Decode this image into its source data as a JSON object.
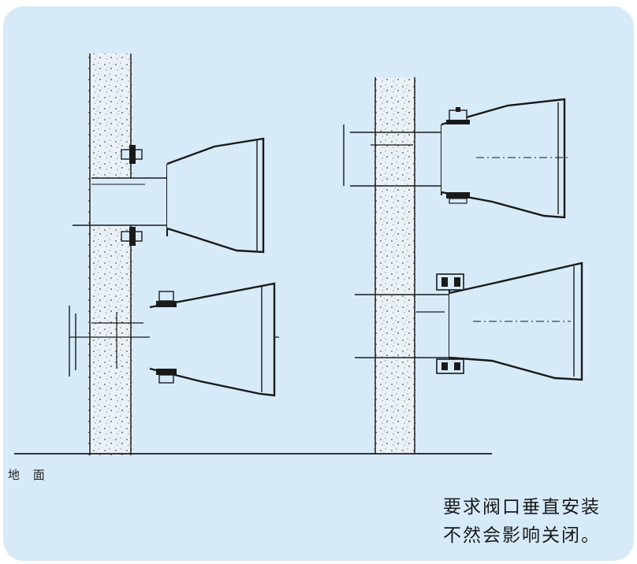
{
  "floor_label": "地 面",
  "note": {
    "line1": "要求阀口垂直安装",
    "line2": "不然会影响关闭。"
  },
  "colors": {
    "background": "#d6eaf8",
    "line": "#1a1a1a",
    "wall_fill": "#eef4f8"
  }
}
